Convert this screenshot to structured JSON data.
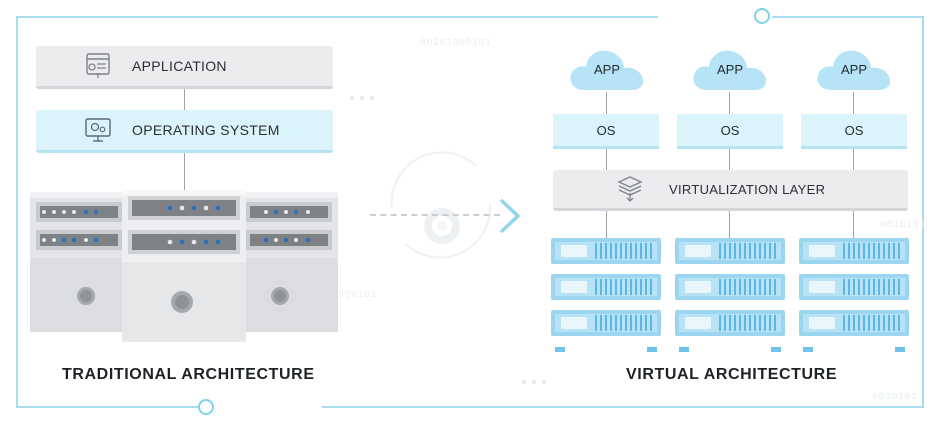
{
  "traditional": {
    "application_label": "APPLICATION",
    "os_label": "OPERATING SYSTEM",
    "caption": "TRADITIONAL ARCHITECTURE"
  },
  "virtual": {
    "apps": [
      {
        "app": "APP",
        "os": "OS"
      },
      {
        "app": "APP",
        "os": "OS"
      },
      {
        "app": "APP",
        "os": "OS"
      }
    ],
    "layer_label": "VIRTUALIZATION LAYER",
    "caption": "VIRTUAL ARCHITECTURE"
  },
  "decor": {
    "binary_1": "00101000101",
    "binary_2": "000101",
    "binary_3": "0010101",
    "binary_4": "0010101"
  },
  "colors": {
    "accent": "#7fd0ea",
    "light_blue": "#dbf4fc",
    "server_blue": "#9bd5f0",
    "grey_bar": "#ececee"
  },
  "icons": {
    "application": "document-gear-icon",
    "os": "monitor-gear-icon",
    "virtualization": "layers-icon",
    "transition": "gear-arrow-icon"
  }
}
